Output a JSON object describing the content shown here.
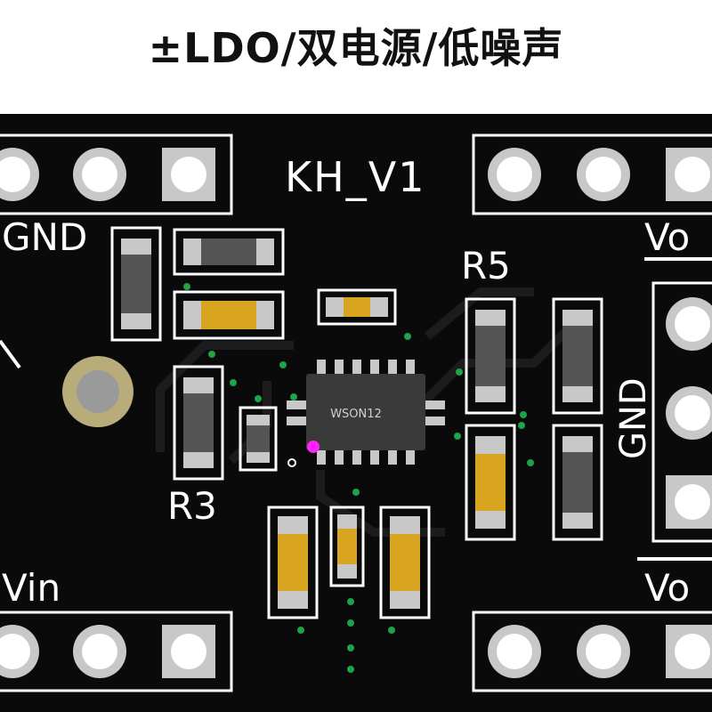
{
  "title": "±LDO/双电源/低噪声",
  "board": {
    "name": "KH_V1",
    "labels": {
      "gnd_top_left": "GND",
      "vin": "Vin",
      "vo_top": "Vo",
      "vo_bottom": "Vo",
      "gnd_right": "GND",
      "r5": "R5",
      "r3": "R3"
    },
    "chip": "WSON12"
  },
  "colors": {
    "board": "#0a0a0a",
    "silkscreen": "#ffffff",
    "pad": "#c8c8c8",
    "capacitor": "#d9a521",
    "resistor": "#555555",
    "via": "#1fa34a",
    "pin1_marker": "#ff22ff"
  }
}
